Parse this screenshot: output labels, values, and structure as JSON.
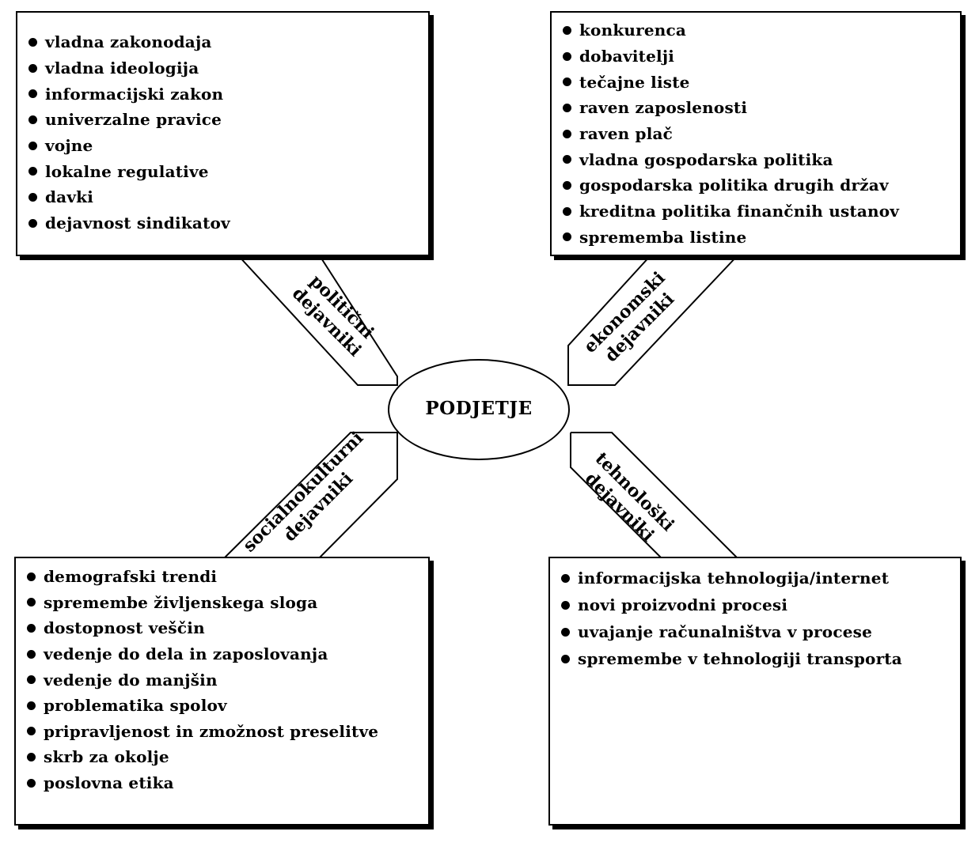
{
  "center": {
    "label": "PODJETJE"
  },
  "factors": {
    "political": {
      "label_line1": "politični",
      "label_line2": "dejavniki",
      "items": [
        "vladna zakonodaja",
        "vladna ideologija",
        "informacijski zakon",
        "univerzalne pravice",
        "vojne",
        "lokalne regulative",
        "davki",
        "dejavnost sindikatov"
      ]
    },
    "economic": {
      "label_line1": "ekonomski",
      "label_line2": "dejavniki",
      "items": [
        "konkurenca",
        "dobavitelji",
        "tečajne liste",
        "raven zaposlenosti",
        "raven plač",
        "vladna gospodarska politika",
        "gospodarska politika drugih držav",
        "kreditna politika finančnih ustanov",
        "sprememba listine"
      ]
    },
    "sociocultural": {
      "label_line1": "socialnokulturni",
      "label_line2": "dejavniki",
      "items": [
        "demografski trendi",
        "spremembe življenskega sloga",
        "dostopnost veščin",
        "vedenje do dela in zaposlovanja",
        "vedenje do manjšin",
        "problematika spolov",
        "pripravljenost in zmožnost preselitve",
        "skrb za okolje",
        "poslovna etika"
      ]
    },
    "technological": {
      "label_line1": "tehnološki",
      "label_line2": "dejavniki",
      "items": [
        "informacijska tehnologija/internet",
        "novi proizvodni procesi",
        "uvajanje računalništva v procese",
        "spremembe v tehnologiji transporta"
      ]
    }
  }
}
